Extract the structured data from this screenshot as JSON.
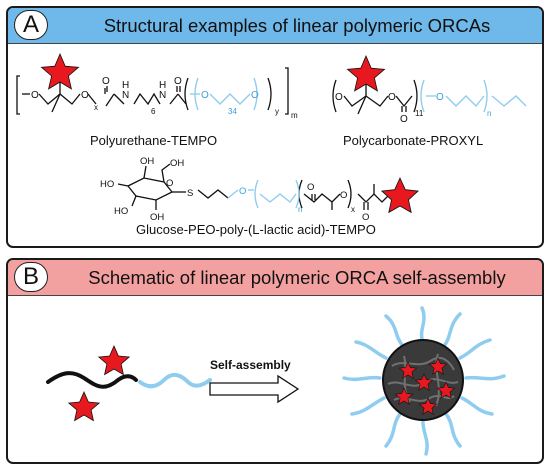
{
  "panel_a": {
    "letter": "A",
    "title": "Structural examples of linear polymeric ORCAs",
    "structures": [
      {
        "name": "Polyurethane-TEMPO",
        "subscripts": [
          "x",
          "6",
          "34",
          "y",
          "m"
        ]
      },
      {
        "name": "Polycarbonate-PROXYL",
        "subscripts": [
          "11",
          "n"
        ]
      },
      {
        "name": "Glucose-PEO-poly-(L-lactic acid)-TEMPO",
        "subscripts": [
          "n",
          "x"
        ]
      }
    ],
    "atoms": {
      "O": "O",
      "N": "N",
      "H": "H",
      "S": "S",
      "OH": "OH",
      "HO": "HO"
    }
  },
  "panel_b": {
    "letter": "B",
    "title": "Schematic of linear polymeric ORCA self-assembly",
    "arrow_label": "Self-assembly"
  },
  "colors": {
    "panel_a_header": "#6fb8ea",
    "panel_b_header": "#f3a0a0",
    "star": "#e8181f",
    "peg_chain": "#8fcdf0",
    "bond": "#111111"
  }
}
